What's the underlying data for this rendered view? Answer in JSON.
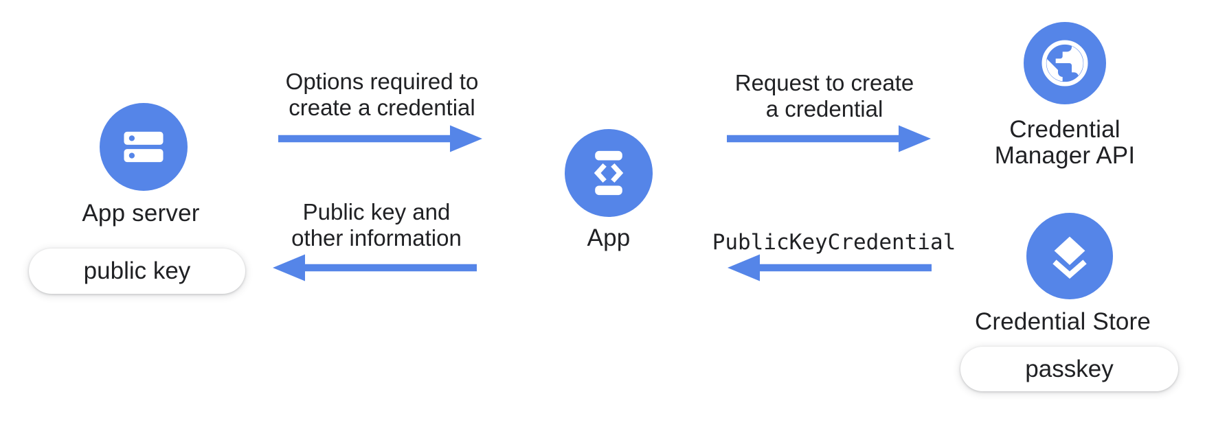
{
  "colors": {
    "accent_blue": "#5585E8",
    "text_dark": "#202124",
    "pill_bg": "#FFFFFF"
  },
  "nodes": {
    "app_server": {
      "label": "App server",
      "icon": "server-icon",
      "badge": "public key"
    },
    "app": {
      "label": "App",
      "icon": "phone-code-icon"
    },
    "credential_manager": {
      "label": "Credential\nManager API",
      "icon": "globe-icon"
    },
    "credential_store": {
      "label": "Credential Store",
      "icon": "layers-icon",
      "badge": "passkey"
    }
  },
  "flows": [
    {
      "label": "Options required to\ncreate a credential",
      "direction": "right"
    },
    {
      "label": "Public key and\nother information",
      "direction": "left"
    },
    {
      "label": "Request to create\na credential",
      "direction": "right"
    },
    {
      "label": "PublicKeyCredential",
      "direction": "left",
      "style": "monospace"
    }
  ]
}
